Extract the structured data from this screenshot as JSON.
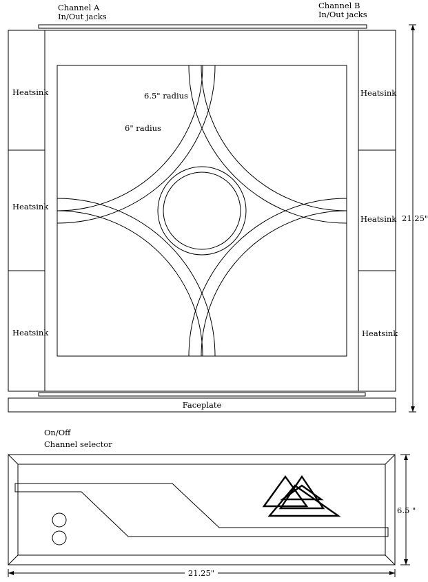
{
  "top_view": {
    "channel_a": [
      "Channel A",
      "In/Out jacks"
    ],
    "channel_b": [
      "Channel B",
      "In/Out jacks"
    ],
    "heatsinks": [
      "Heatsink",
      "Heatsink",
      "Heatsink",
      "Heatsink",
      "Heatsink",
      "Heatsink"
    ],
    "outer_radius_label": "6.5\" radius",
    "inner_radius_label": "6\" radius",
    "height_label": "21.25\"",
    "faceplate_label": "Faceplate"
  },
  "front_view": {
    "controls_label": [
      "On/Off",
      "Channel selector"
    ],
    "height_label": "6.5 \"",
    "width_label": "21.25\""
  }
}
